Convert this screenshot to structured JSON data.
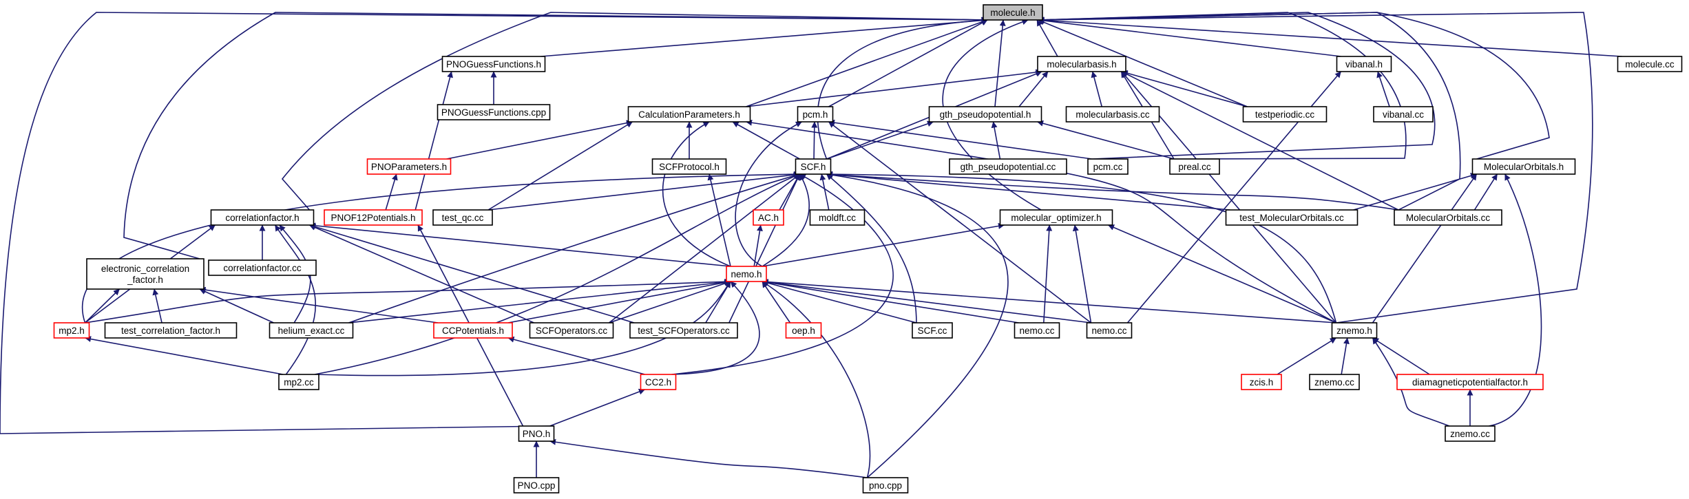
{
  "colors": {
    "edge": "#191970",
    "node_border": "#000000",
    "node_border_incomplete": "#ff0000",
    "node_fill": "#ffffff",
    "focus_fill": "#bfbfbf",
    "text": "#000000"
  },
  "nodes": [
    {
      "id": "molecule_h",
      "label": "molecule.h",
      "style": "focus"
    },
    {
      "id": "pnoguess_h",
      "label": "PNOGuessFunctions.h",
      "style": "normal"
    },
    {
      "id": "molecularbasis_h",
      "label": "molecularbasis.h",
      "style": "normal"
    },
    {
      "id": "vibanal_h",
      "label": "vibanal.h",
      "style": "normal"
    },
    {
      "id": "molecule_cc",
      "label": "molecule.cc",
      "style": "normal"
    },
    {
      "id": "pnoguess_cpp",
      "label": "PNOGuessFunctions.cpp",
      "style": "normal"
    },
    {
      "id": "calcparams_h",
      "label": "CalculationParameters.h",
      "style": "normal"
    },
    {
      "id": "pcm_h",
      "label": "pcm.h",
      "style": "normal"
    },
    {
      "id": "gth_h",
      "label": "gth_pseudopotential.h",
      "style": "normal"
    },
    {
      "id": "molecularbasis_cc",
      "label": "molecularbasis.cc",
      "style": "normal"
    },
    {
      "id": "testperiodic_cc",
      "label": "testperiodic.cc",
      "style": "normal"
    },
    {
      "id": "vibanal_cc",
      "label": "vibanal.cc",
      "style": "normal"
    },
    {
      "id": "pnoparams_h",
      "label": "PNOParameters.h",
      "style": "red"
    },
    {
      "id": "scfprotocol_h",
      "label": "SCFProtocol.h",
      "style": "normal"
    },
    {
      "id": "scf_h",
      "label": "SCF.h",
      "style": "normal"
    },
    {
      "id": "gth_cc",
      "label": "gth_pseudopotential.cc",
      "style": "normal"
    },
    {
      "id": "pcm_cc",
      "label": "pcm.cc",
      "style": "normal"
    },
    {
      "id": "preal_cc",
      "label": "preal.cc",
      "style": "normal"
    },
    {
      "id": "molorbitals_h",
      "label": "MolecularOrbitals.h",
      "style": "normal"
    },
    {
      "id": "corrfactor_h",
      "label": "correlationfactor.h",
      "style": "normal"
    },
    {
      "id": "pnof12_h",
      "label": "PNOF12Potentials.h",
      "style": "red"
    },
    {
      "id": "testqc_cc",
      "label": "test_qc.cc",
      "style": "normal"
    },
    {
      "id": "ac_h",
      "label": "AC.h",
      "style": "red"
    },
    {
      "id": "moldft_cc",
      "label": "moldft.cc",
      "style": "normal"
    },
    {
      "id": "molopt_h",
      "label": "molecular_optimizer.h",
      "style": "normal"
    },
    {
      "id": "testmolorb_cc",
      "label": "test_MolecularOrbitals.cc",
      "style": "normal"
    },
    {
      "id": "molorbitals_cc",
      "label": "MolecularOrbitals.cc",
      "style": "normal"
    },
    {
      "id": "ecf_h",
      "label": [
        "electronic_correlation",
        "_factor.h"
      ],
      "style": "normal"
    },
    {
      "id": "corrfactor_cc",
      "label": "correlationfactor.cc",
      "style": "normal"
    },
    {
      "id": "nemo_h",
      "label": "nemo.h",
      "style": "red"
    },
    {
      "id": "mp2_h",
      "label": "mp2.h",
      "style": "red"
    },
    {
      "id": "testcf_h",
      "label": "test_correlation_factor.h",
      "style": "normal"
    },
    {
      "id": "heliumexact_cc",
      "label": "helium_exact.cc",
      "style": "normal"
    },
    {
      "id": "ccpotentials_h",
      "label": "CCPotentials.h",
      "style": "red"
    },
    {
      "id": "scfoperators_cc",
      "label": "SCFOperators.cc",
      "style": "normal"
    },
    {
      "id": "testscfops_cc",
      "label": "test_SCFOperators.cc",
      "style": "normal"
    },
    {
      "id": "oep_h",
      "label": "oep.h",
      "style": "red"
    },
    {
      "id": "scf_cc",
      "label": "SCF.cc",
      "style": "normal"
    },
    {
      "id": "nemo_cc1",
      "label": "nemo.cc",
      "style": "normal"
    },
    {
      "id": "nemo_cc2",
      "label": "nemo.cc",
      "style": "normal"
    },
    {
      "id": "znemo_h",
      "label": "znemo.h",
      "style": "normal"
    },
    {
      "id": "mp2_cc",
      "label": "mp2.cc",
      "style": "normal"
    },
    {
      "id": "cc2_h",
      "label": "CC2.h",
      "style": "red"
    },
    {
      "id": "zcis_h",
      "label": "zcis.h",
      "style": "red"
    },
    {
      "id": "znemo_cc1",
      "label": "znemo.cc",
      "style": "normal"
    },
    {
      "id": "diamag_h",
      "label": "diamagneticpotentialfactor.h",
      "style": "red"
    },
    {
      "id": "pno_h",
      "label": "PNO.h",
      "style": "normal"
    },
    {
      "id": "znemo_cc2",
      "label": "znemo.cc",
      "style": "normal"
    },
    {
      "id": "pno_cpp",
      "label": "PNO.cpp",
      "style": "normal"
    },
    {
      "id": "pno_cpp2",
      "label": "pno.cpp",
      "style": "normal"
    }
  ],
  "edges": [
    {
      "from": "molecule_h",
      "to": "pnoguess_h"
    },
    {
      "from": "molecule_h",
      "to": "molecularbasis_h"
    },
    {
      "from": "molecule_h",
      "to": "vibanal_h"
    },
    {
      "from": "molecule_h",
      "to": "molecule_cc"
    },
    {
      "from": "molecule_h",
      "to": "calcparams_h"
    },
    {
      "from": "molecule_h",
      "to": "pcm_h"
    },
    {
      "from": "molecule_h",
      "to": "gth_h"
    },
    {
      "from": "molecule_h",
      "to": "testperiodic_cc"
    },
    {
      "from": "molecule_h",
      "to": "scf_h"
    },
    {
      "from": "molecule_h",
      "to": "pcm_cc"
    },
    {
      "from": "molecule_h",
      "to": "preal_cc"
    },
    {
      "from": "molecule_h",
      "to": "molorbitals_h"
    },
    {
      "from": "molecule_h",
      "to": "molorbitals_cc"
    },
    {
      "from": "molecule_h",
      "to": "molopt_h"
    },
    {
      "from": "molecule_h",
      "to": "corrfactor_h"
    },
    {
      "from": "molecule_h",
      "to": "ecf_h"
    },
    {
      "from": "molecule_h",
      "to": "znemo_h"
    },
    {
      "from": "molecule_h",
      "to": "pno_h"
    },
    {
      "from": "pnoguess_h",
      "to": "pnoguess_cpp"
    },
    {
      "from": "pnoguess_h",
      "to": "pnof12_h"
    },
    {
      "from": "molecularbasis_h",
      "to": "calcparams_h"
    },
    {
      "from": "molecularbasis_h",
      "to": "gth_h"
    },
    {
      "from": "molecularbasis_h",
      "to": "molecularbasis_cc"
    },
    {
      "from": "molecularbasis_h",
      "to": "testperiodic_cc"
    },
    {
      "from": "molecularbasis_h",
      "to": "scf_h"
    },
    {
      "from": "molecularbasis_h",
      "to": "preal_cc"
    },
    {
      "from": "molecularbasis_h",
      "to": "molorbitals_cc"
    },
    {
      "from": "molecularbasis_h",
      "to": "znemo_h"
    },
    {
      "from": "vibanal_h",
      "to": "vibanal_cc"
    },
    {
      "from": "vibanal_h",
      "to": "nemo_cc2"
    },
    {
      "from": "calcparams_h",
      "to": "pnoparams_h"
    },
    {
      "from": "calcparams_h",
      "to": "scfprotocol_h"
    },
    {
      "from": "calcparams_h",
      "to": "scf_h"
    },
    {
      "from": "calcparams_h",
      "to": "testqc_cc"
    },
    {
      "from": "calcparams_h",
      "to": "nemo_h"
    },
    {
      "from": "calcparams_h",
      "to": "znemo_h"
    },
    {
      "from": "pcm_h",
      "to": "scf_h"
    },
    {
      "from": "pcm_h",
      "to": "pcm_cc"
    },
    {
      "from": "pcm_h",
      "to": "nemo_h"
    },
    {
      "from": "pcm_h",
      "to": "nemo_cc2"
    },
    {
      "from": "gth_h",
      "to": "scf_h"
    },
    {
      "from": "gth_h",
      "to": "gth_cc"
    },
    {
      "from": "gth_h",
      "to": "preal_cc"
    },
    {
      "from": "pnoparams_h",
      "to": "pnof12_h"
    },
    {
      "from": "scfprotocol_h",
      "to": "nemo_h"
    },
    {
      "from": "scf_h",
      "to": "testqc_cc"
    },
    {
      "from": "scf_h",
      "to": "ac_h"
    },
    {
      "from": "scf_h",
      "to": "moldft_cc"
    },
    {
      "from": "scf_h",
      "to": "nemo_h"
    },
    {
      "from": "scf_h",
      "to": "testmolorb_cc"
    },
    {
      "from": "scf_h",
      "to": "molorbitals_cc"
    },
    {
      "from": "scf_h",
      "to": "mp2_h"
    },
    {
      "from": "scf_h",
      "to": "heliumexact_cc"
    },
    {
      "from": "scf_h",
      "to": "scfoperators_cc"
    },
    {
      "from": "scf_h",
      "to": "testscfops_cc"
    },
    {
      "from": "scf_h",
      "to": "scf_cc"
    },
    {
      "from": "scf_h",
      "to": "cc2_h"
    },
    {
      "from": "scf_h",
      "to": "mp2_cc"
    },
    {
      "from": "scf_h",
      "to": "znemo_h"
    },
    {
      "from": "scf_h",
      "to": "pno_cpp2"
    },
    {
      "from": "molorbitals_h",
      "to": "testmolorb_cc"
    },
    {
      "from": "molorbitals_h",
      "to": "molorbitals_cc"
    },
    {
      "from": "molorbitals_h",
      "to": "znemo_h"
    },
    {
      "from": "molorbitals_h",
      "to": "znemo_cc2"
    },
    {
      "from": "corrfactor_h",
      "to": "corrfactor_cc"
    },
    {
      "from": "corrfactor_h",
      "to": "nemo_h"
    },
    {
      "from": "corrfactor_h",
      "to": "mp2_h"
    },
    {
      "from": "corrfactor_h",
      "to": "heliumexact_cc"
    },
    {
      "from": "corrfactor_h",
      "to": "scfoperators_cc"
    },
    {
      "from": "corrfactor_h",
      "to": "testscfops_cc"
    },
    {
      "from": "corrfactor_h",
      "to": "mp2_cc"
    },
    {
      "from": "pnof12_h",
      "to": "pno_h"
    },
    {
      "from": "ac_h",
      "to": "nemo_h"
    },
    {
      "from": "molopt_h",
      "to": "nemo_h"
    },
    {
      "from": "molopt_h",
      "to": "nemo_cc1"
    },
    {
      "from": "molopt_h",
      "to": "nemo_cc2"
    },
    {
      "from": "molopt_h",
      "to": "znemo_h"
    },
    {
      "from": "ecf_h",
      "to": "mp2_h"
    },
    {
      "from": "ecf_h",
      "to": "testcf_h"
    },
    {
      "from": "ecf_h",
      "to": "heliumexact_cc"
    },
    {
      "from": "ecf_h",
      "to": "ccpotentials_h"
    },
    {
      "from": "nemo_h",
      "to": "mp2_h"
    },
    {
      "from": "nemo_h",
      "to": "heliumexact_cc"
    },
    {
      "from": "nemo_h",
      "to": "ccpotentials_h"
    },
    {
      "from": "nemo_h",
      "to": "scfoperators_cc"
    },
    {
      "from": "nemo_h",
      "to": "testscfops_cc"
    },
    {
      "from": "nemo_h",
      "to": "oep_h"
    },
    {
      "from": "nemo_h",
      "to": "scf_cc"
    },
    {
      "from": "nemo_h",
      "to": "nemo_cc1"
    },
    {
      "from": "nemo_h",
      "to": "nemo_cc2"
    },
    {
      "from": "nemo_h",
      "to": "znemo_h"
    },
    {
      "from": "nemo_h",
      "to": "mp2_cc"
    },
    {
      "from": "nemo_h",
      "to": "cc2_h"
    },
    {
      "from": "nemo_h",
      "to": "pno_cpp2"
    },
    {
      "from": "mp2_h",
      "to": "mp2_cc"
    },
    {
      "from": "ccpotentials_h",
      "to": "cc2_h"
    },
    {
      "from": "cc2_h",
      "to": "pno_h"
    },
    {
      "from": "znemo_h",
      "to": "zcis_h"
    },
    {
      "from": "znemo_h",
      "to": "znemo_cc1"
    },
    {
      "from": "znemo_h",
      "to": "diamag_h"
    },
    {
      "from": "znemo_h",
      "to": "znemo_cc2"
    },
    {
      "from": "diamag_h",
      "to": "znemo_cc2"
    },
    {
      "from": "pno_h",
      "to": "pno_cpp"
    },
    {
      "from": "pno_h",
      "to": "pno_cpp2"
    }
  ]
}
